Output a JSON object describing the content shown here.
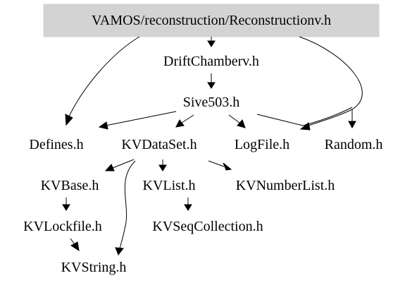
{
  "graph": {
    "root": "VAMOS/reconstruction/Reconstructionv.h",
    "nodes": {
      "root": "VAMOS/reconstruction/Reconstructionv.h",
      "drift": "DriftChamberv.h",
      "sive": "Sive503.h",
      "defines": "Defines.h",
      "kvdataset": "KVDataSet.h",
      "logfile": "LogFile.h",
      "random": "Random.h",
      "kvbase": "KVBase.h",
      "kvlist": "KVList.h",
      "kvnumberlist": "KVNumberList.h",
      "kvlockfile": "KVLockfile.h",
      "kvseqcollection": "KVSeqCollection.h",
      "kvstring": "KVString.h"
    },
    "edges": [
      [
        "root",
        "drift"
      ],
      [
        "root",
        "defines"
      ],
      [
        "root",
        "logfile"
      ],
      [
        "root",
        "random"
      ],
      [
        "drift",
        "sive"
      ],
      [
        "sive",
        "defines"
      ],
      [
        "sive",
        "kvdataset"
      ],
      [
        "sive",
        "logfile"
      ],
      [
        "sive",
        "random"
      ],
      [
        "kvdataset",
        "kvbase"
      ],
      [
        "kvdataset",
        "kvlist"
      ],
      [
        "kvdataset",
        "kvnumberlist"
      ],
      [
        "kvdataset",
        "kvstring"
      ],
      [
        "kvbase",
        "kvlockfile"
      ],
      [
        "kvlist",
        "kvseqcollection"
      ],
      [
        "kvlockfile",
        "kvstring"
      ]
    ]
  },
  "colors": {
    "root_fill": "#d3d3d3",
    "line": "#000000",
    "background": "#ffffff"
  }
}
